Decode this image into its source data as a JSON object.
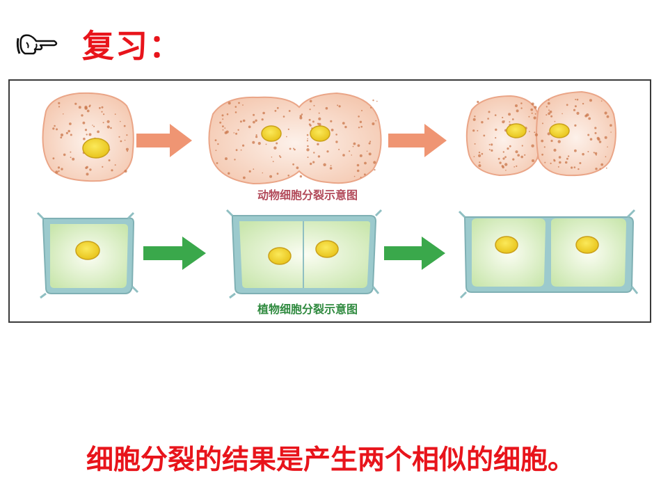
{
  "heading": {
    "icon": "pointing-hand-icon",
    "text": "复习："
  },
  "figure": {
    "animal_caption": "动物细胞分裂示意图",
    "plant_caption": "植物细胞分裂示意图",
    "colors": {
      "animal_cell": "#f6d2bf",
      "animal_outline": "#e9a88a",
      "granule": "#c9764a",
      "nucleus": "#f3d52c",
      "animal_arrow": "#ef9573",
      "plant_cell": "#d7ecc1",
      "plant_wall": "#8fbfc2",
      "plant_arrow": "#3aa84b"
    }
  },
  "conclusion": "细胞分裂的结果是产生两个相似的细胞。"
}
